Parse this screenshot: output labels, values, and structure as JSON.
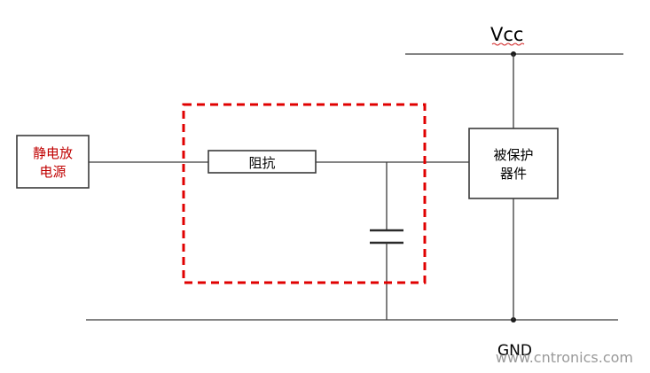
{
  "diagram": {
    "source_label_line1": "静电放",
    "source_label_line2": "电源",
    "impedance_label": "阻抗",
    "protected_label_line1": "被保护",
    "protected_label_line2": "器件",
    "vcc_label": "Vcc",
    "gnd_label": "GND",
    "watermark": "www.cntronics.com"
  },
  "colors": {
    "wire": "#3a3a3a",
    "source_text": "#c00000",
    "dashed_box": "#e00000",
    "watermark": "#888888"
  }
}
